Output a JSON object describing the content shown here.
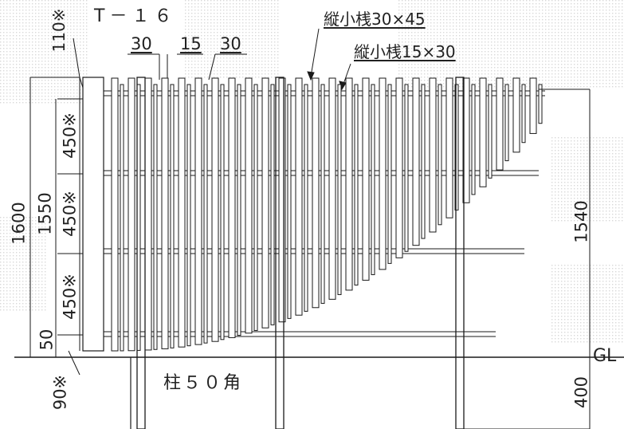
{
  "drawing": {
    "model_label": "T－１６",
    "picket_widths": [
      "30",
      "15",
      "30"
    ],
    "callout_wide_picket": "縦小桟30×45",
    "callout_narrow_picket": "縦小桟15×30",
    "top_gap_label": "110※",
    "rail_spacing_labels": [
      "450※",
      "450※",
      "450※"
    ],
    "bottom_gap_label": "50",
    "below_ground_gap_label": "90※",
    "total_height_label": "1600",
    "panel_height_label": "1550",
    "right_height_label": "1540",
    "ground_label": "GL",
    "post_label": "柱５０角",
    "embed_depth_label": "400"
  },
  "colors": {
    "line": "#1a1a1a",
    "grid_watermark": "#cfcfcf",
    "background": "#ffffff"
  }
}
